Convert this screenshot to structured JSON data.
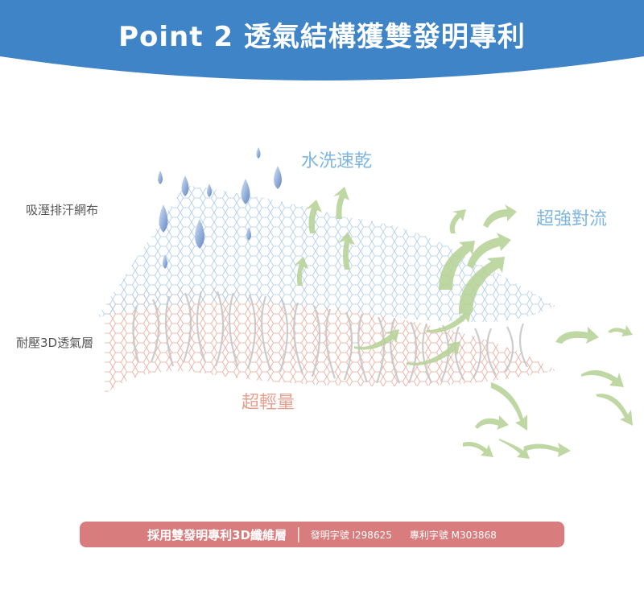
{
  "header": {
    "title": "Point 2  透氣結構獲雙發明專利",
    "color": "#3e84c7"
  },
  "labels": {
    "moisture_fabric": "吸溼排汗網布",
    "pressure_layer": "耐壓3D透氣層",
    "quick_dry": "水洗速乾",
    "convection": "超強對流",
    "ultra_light": "超輕量"
  },
  "footer": {
    "main": "採用雙發明專利3D纖維層",
    "separator": "│",
    "patent1": "發明字號 I298625",
    "patent2": "專利字號 M303868",
    "color": "#d97c7e"
  },
  "colors": {
    "top_mesh": "#a9cbea",
    "bottom_mesh": "#e7a08f",
    "fibers": "#c7c7c7",
    "arrows": "#b8d39a",
    "drops": "#5f85c2"
  }
}
